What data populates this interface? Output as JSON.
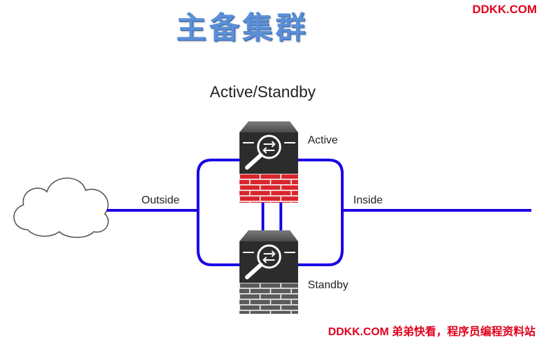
{
  "title": "主备集群",
  "watermark_top": "DDKK.COM",
  "watermark_bottom": "DDKK.COM 弟弟快看，程序员编程资料站",
  "subtitle": "Active/Standby",
  "labels": {
    "active": "Active",
    "standby": "Standby",
    "outside": "Outside",
    "inside": "Inside"
  },
  "colors": {
    "link": "#1a00e6",
    "active_brick": "#d9262c",
    "standby_brick": "#5a5a5a",
    "device_body": "#2c2c2c",
    "title": "#5b8fd6",
    "watermark": "#e0001b"
  },
  "icons": {
    "cloud": "cloud-icon",
    "firewall_active": "firewall-icon",
    "firewall_standby": "firewall-icon"
  }
}
